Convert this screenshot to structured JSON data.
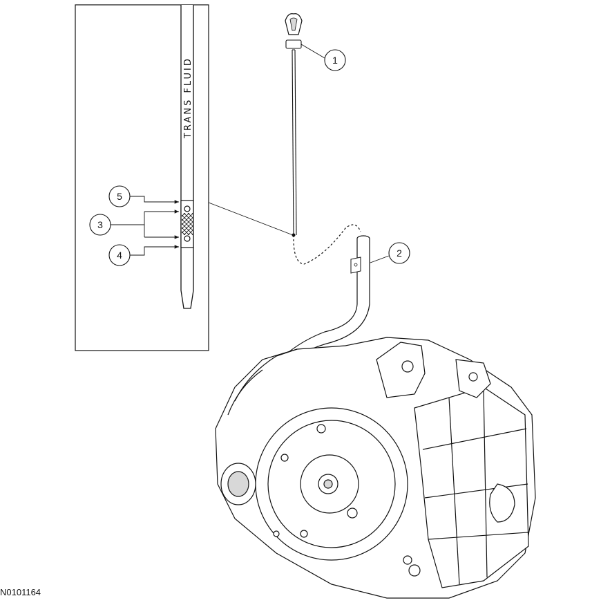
{
  "figure": {
    "id": "N0101164",
    "stick_label": "TRANS FLUID"
  },
  "callouts": [
    {
      "num": "1",
      "target": "dipstick-handle"
    },
    {
      "num": "2",
      "target": "dipstick-tube"
    },
    {
      "num": "3",
      "target": "crosshatch-area"
    },
    {
      "num": "4",
      "target": "lower-hole"
    },
    {
      "num": "5",
      "target": "upper-hole"
    }
  ],
  "colors": {
    "line": "#111111",
    "background": "#ffffff",
    "shade": "#d8d8d8"
  }
}
